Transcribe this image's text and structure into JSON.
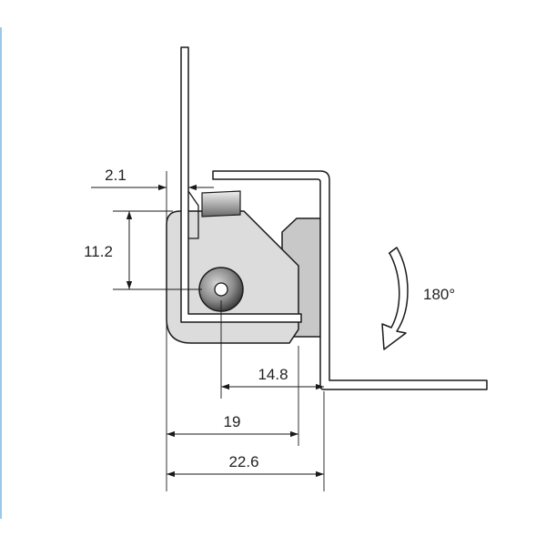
{
  "dimensions": {
    "thickness": "2.1",
    "height": "11.2",
    "pivot_to_edge": "14.8",
    "body_width": "19",
    "overall_width": "22.6"
  },
  "rotation": {
    "angle_label": "180°"
  },
  "colors": {
    "line": "#1a1a1a",
    "body_fill": "#dcdcdc",
    "shadow_fill": "#c2c2c2",
    "accent_edge": "#9cc7e6"
  },
  "icons": {
    "rotation_arrow": "curved-arrow-down-icon"
  }
}
